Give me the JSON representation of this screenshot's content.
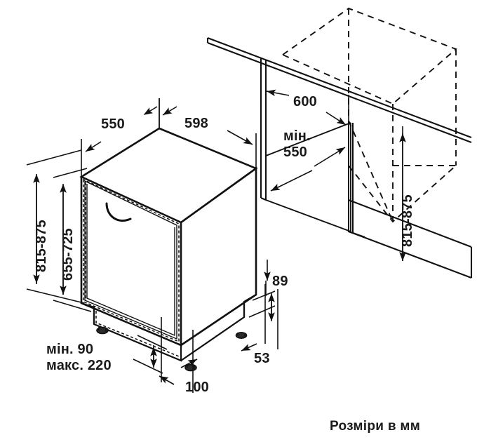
{
  "diagram": {
    "type": "isometric-installation-drawing",
    "subject": "built-in dishwasher niche installation",
    "units_caption": "Розміри в мм",
    "stroke_color": "#111111",
    "background_color": "#ffffff"
  },
  "dimensions": {
    "depth_top": "550",
    "width_top": "598",
    "height_total": "815-875",
    "height_body": "655-725",
    "niche_width": "600",
    "niche_depth_min_line1": "мін.",
    "niche_depth_min_line2": "550",
    "niche_height": "815-875",
    "plinth_height": "89",
    "foot_offset": "53",
    "front_offset": "100",
    "plinth_recess_min": "мін. 90",
    "plinth_recess_max": "макс. 220"
  },
  "labels": [
    {
      "id": "depth-550",
      "text": "550"
    },
    {
      "id": "width-598",
      "text": "598"
    },
    {
      "id": "height-815-875-left",
      "text": "815-875"
    },
    {
      "id": "height-655-725",
      "text": "655-725"
    },
    {
      "id": "niche-600",
      "text": "600"
    },
    {
      "id": "niche-min-550",
      "text": "мін. 550"
    },
    {
      "id": "niche-height-815-875",
      "text": "815-875"
    },
    {
      "id": "plinth-89",
      "text": "89"
    },
    {
      "id": "offset-53",
      "text": "53"
    },
    {
      "id": "front-100",
      "text": "100"
    },
    {
      "id": "recess-min-90",
      "text": "мін. 90"
    },
    {
      "id": "recess-max-220",
      "text": "макс. 220"
    },
    {
      "id": "units-caption",
      "text": "Розміри в мм"
    }
  ]
}
